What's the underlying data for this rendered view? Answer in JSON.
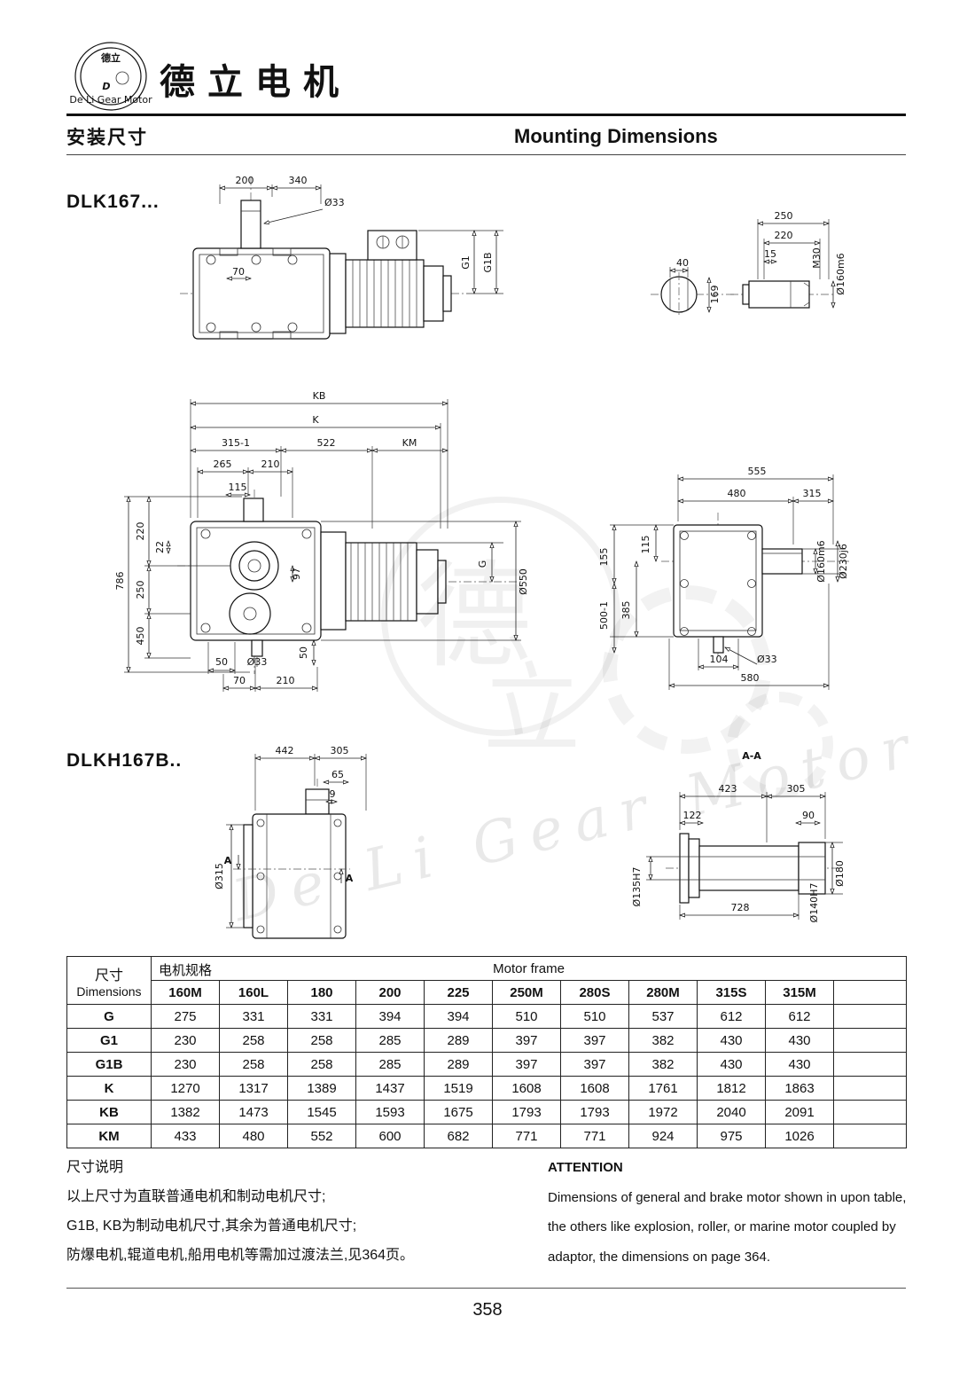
{
  "header": {
    "logo_cn": "德立",
    "logo_letter": "D",
    "logo_en": "De Li Gear Motor",
    "brand": "德立电机"
  },
  "section": {
    "title_cn": "安装尺寸",
    "title_en": "Mounting Dimensions"
  },
  "watermark": {
    "cn1": "德",
    "cn2": "立",
    "text": "De Li Gear Motor"
  },
  "dlk167": {
    "label": "DLK167...",
    "top_view": {
      "d200": "200",
      "d340": "340",
      "dia33": "Ø33",
      "d70": "70",
      "g1": "G1",
      "g1b": "G1B"
    },
    "shaft_view": {
      "d40": "40",
      "d169": "169",
      "d250": "250",
      "d220": "220",
      "d15": "15",
      "m30": "M30",
      "dia160": "Ø160m6"
    },
    "side_view": {
      "kb": "KB",
      "k": "K",
      "d315": "315-1",
      "d522": "522",
      "km": "KM",
      "d265": "265",
      "d210": "210",
      "d115": "115",
      "d786": "786",
      "d220": "220",
      "d22": "22",
      "d250": "250",
      "d450": "450",
      "d97": "97",
      "d50a": "50",
      "dia33": "Ø33",
      "d50b": "50",
      "d70": "70",
      "d210b": "210",
      "g": "G",
      "dia550": "Ø550"
    },
    "rear_view": {
      "d555": "555",
      "d480": "480",
      "d315": "315",
      "dia160": "Ø160m6",
      "dia230": "Ø230j6",
      "d155": "155",
      "d115": "115",
      "d500": "500-1",
      "d385": "385",
      "d104": "104",
      "dia33": "Ø33",
      "d580": "580"
    }
  },
  "dlkh167b": {
    "label": "DLKH167B..",
    "left_view": {
      "d442": "442",
      "d305": "305",
      "d65": "65",
      "d9": "9",
      "dia315": "Ø315",
      "a_left": "A",
      "a_right": "A"
    },
    "section_view": {
      "title": "A-A",
      "d423": "423",
      "d305": "305",
      "d122": "122",
      "d90": "90",
      "d728": "728",
      "dia135": "Ø135H7",
      "dia140": "Ø140H7",
      "dia180": "Ø180"
    }
  },
  "table": {
    "corner_cn": "尺寸",
    "corner_en": "Dimensions",
    "group_cn": "电机规格",
    "group_en": "Motor frame",
    "columns": [
      "160M",
      "160L",
      "180",
      "200",
      "225",
      "250M",
      "280S",
      "280M",
      "315S",
      "315M"
    ],
    "rows": [
      {
        "label": "G",
        "values": [
          "275",
          "331",
          "331",
          "394",
          "394",
          "510",
          "510",
          "537",
          "612",
          "612"
        ]
      },
      {
        "label": "G1",
        "values": [
          "230",
          "258",
          "258",
          "285",
          "289",
          "397",
          "397",
          "382",
          "430",
          "430"
        ]
      },
      {
        "label": "G1B",
        "values": [
          "230",
          "258",
          "258",
          "285",
          "289",
          "397",
          "397",
          "382",
          "430",
          "430"
        ]
      },
      {
        "label": "K",
        "values": [
          "1270",
          "1317",
          "1389",
          "1437",
          "1519",
          "1608",
          "1608",
          "1761",
          "1812",
          "1863"
        ]
      },
      {
        "label": "KB",
        "values": [
          "1382",
          "1473",
          "1545",
          "1593",
          "1675",
          "1793",
          "1793",
          "1972",
          "2040",
          "2091"
        ]
      },
      {
        "label": "KM",
        "values": [
          "433",
          "480",
          "552",
          "600",
          "682",
          "771",
          "771",
          "924",
          "975",
          "1026"
        ]
      }
    ]
  },
  "notes": {
    "cn_title": "尺寸说明",
    "cn_lines": [
      "以上尺寸为直联普通电机和制动电机尺寸;",
      "G1B, KB为制动电机尺寸,其余为普通电机尺寸;",
      "防爆电机,辊道电机,船用电机等需加过渡法兰,见364页。"
    ],
    "en_title": "ATTENTION",
    "en_lines": [
      "Dimensions of general and brake motor shown in upon table,",
      "the others like explosion, roller, or marine motor coupled by",
      "adaptor, the dimensions on page 364."
    ]
  },
  "footer": {
    "page_number": "358"
  }
}
